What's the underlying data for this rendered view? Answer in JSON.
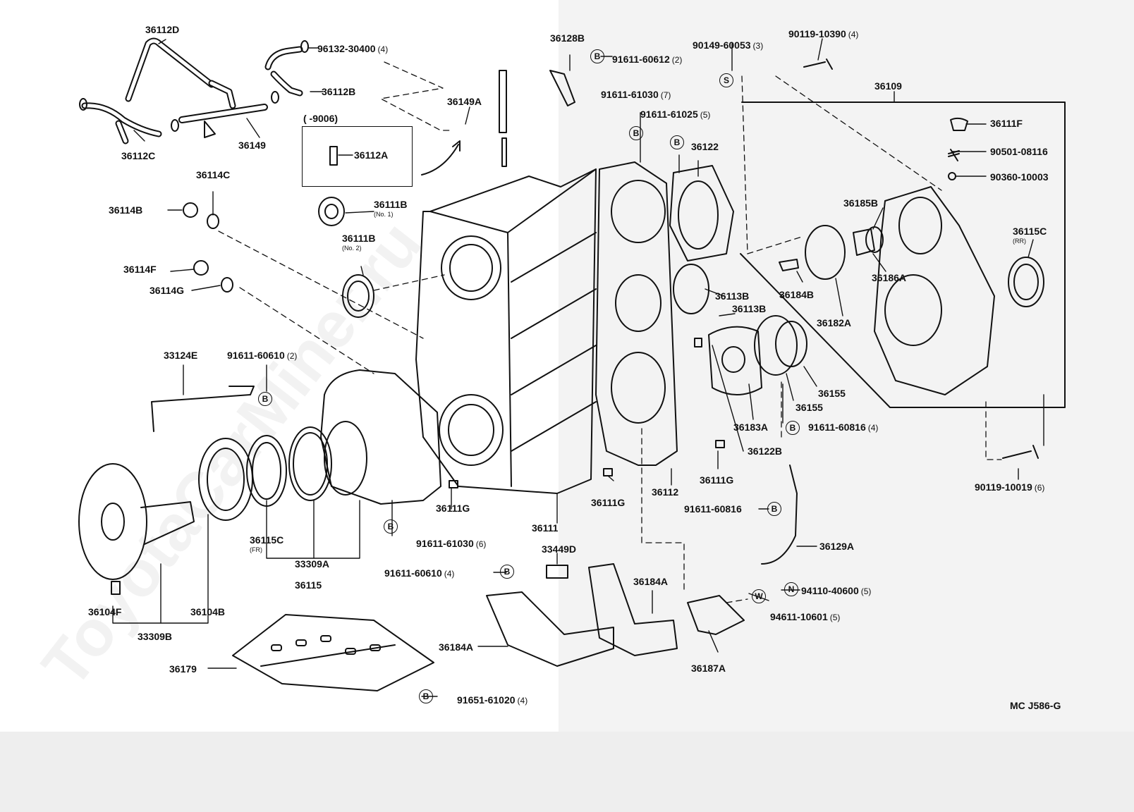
{
  "watermark": "ToyotaCarMiner.ru",
  "diagram_code": "MC J586-G",
  "date_note": "(      -9006)",
  "parts": [
    {
      "id": "p36112D",
      "label": "36112D"
    },
    {
      "id": "p96132",
      "label": "96132-30400",
      "qty": "(4)"
    },
    {
      "id": "p36112B",
      "label": "36112B"
    },
    {
      "id": "p36112C",
      "label": "36112C"
    },
    {
      "id": "p36149",
      "label": "36149"
    },
    {
      "id": "p36149A",
      "label": "36149A"
    },
    {
      "id": "p36112A",
      "label": "36112A"
    },
    {
      "id": "p36111B1",
      "label": "36111B",
      "note": "(No. 1)"
    },
    {
      "id": "p36111B2",
      "label": "36111B",
      "note": "(No. 2)"
    },
    {
      "id": "p36114C",
      "label": "36114C"
    },
    {
      "id": "p36114B",
      "label": "36114B"
    },
    {
      "id": "p36114F",
      "label": "36114F"
    },
    {
      "id": "p36114G",
      "label": "36114G"
    },
    {
      "id": "p33124E",
      "label": "33124E"
    },
    {
      "id": "p91611_60610a",
      "label": "91611-60610",
      "qty": "(2)"
    },
    {
      "id": "p36115C_fr",
      "label": "36115C",
      "note": "(FR)"
    },
    {
      "id": "p33309A",
      "label": "33309A"
    },
    {
      "id": "p36115",
      "label": "36115"
    },
    {
      "id": "p36104F",
      "label": "36104F"
    },
    {
      "id": "p33309B",
      "label": "33309B"
    },
    {
      "id": "p36104B",
      "label": "36104B"
    },
    {
      "id": "p36179",
      "label": "36179"
    },
    {
      "id": "p91651",
      "label": "91651-61020",
      "qty": "(4)"
    },
    {
      "id": "p36111Ga",
      "label": "36111G"
    },
    {
      "id": "p91611_61030b",
      "label": "91611-61030",
      "qty": "(6)"
    },
    {
      "id": "p36111",
      "label": "36111"
    },
    {
      "id": "p33449D",
      "label": "33449D"
    },
    {
      "id": "p91611_60610b",
      "label": "91611-60610",
      "qty": "(4)"
    },
    {
      "id": "p36184Aa",
      "label": "36184A"
    },
    {
      "id": "p36184Ab",
      "label": "36184A"
    },
    {
      "id": "p36128B",
      "label": "36128B"
    },
    {
      "id": "p91611_60612",
      "label": "91611-60612",
      "qty": "(2)"
    },
    {
      "id": "p91611_61030a",
      "label": "91611-61030",
      "qty": "(7)"
    },
    {
      "id": "p91611_61025",
      "label": "91611-61025",
      "qty": "(5)"
    },
    {
      "id": "p36122",
      "label": "36122"
    },
    {
      "id": "p90149",
      "label": "90149-60053",
      "qty": "(3)"
    },
    {
      "id": "p90119_10390",
      "label": "90119-10390",
      "qty": "(4)"
    },
    {
      "id": "p36109",
      "label": "36109"
    },
    {
      "id": "p36111F",
      "label": "36111F"
    },
    {
      "id": "p90501",
      "label": "90501-08116"
    },
    {
      "id": "p90360",
      "label": "90360-10003"
    },
    {
      "id": "p36185B",
      "label": "36185B"
    },
    {
      "id": "p36115C_rr",
      "label": "36115C",
      "note": "(RR)"
    },
    {
      "id": "p36186A",
      "label": "36186A"
    },
    {
      "id": "p36184B",
      "label": "36184B"
    },
    {
      "id": "p36182A",
      "label": "36182A"
    },
    {
      "id": "p36113Ba",
      "label": "36113B"
    },
    {
      "id": "p36113Bb",
      "label": "36113B"
    },
    {
      "id": "p36155a",
      "label": "36155"
    },
    {
      "id": "p36155b",
      "label": "36155"
    },
    {
      "id": "p36183A",
      "label": "36183A"
    },
    {
      "id": "p91611_60816a",
      "label": "91611-60816",
      "qty": "(4)"
    },
    {
      "id": "p36122B",
      "label": "36122B"
    },
    {
      "id": "p36111Gb",
      "label": "36111G"
    },
    {
      "id": "p36112",
      "label": "36112"
    },
    {
      "id": "p36111Gc",
      "label": "36111G"
    },
    {
      "id": "p91611_60816b",
      "label": "91611-60816"
    },
    {
      "id": "p36129A",
      "label": "36129A"
    },
    {
      "id": "p90119_10019",
      "label": "90119-10019",
      "qty": "(6)"
    },
    {
      "id": "p94110",
      "label": "94110-40600",
      "qty": "(5)"
    },
    {
      "id": "p94611",
      "label": "94611-10601",
      "qty": "(5)"
    },
    {
      "id": "p36187A",
      "label": "36187A"
    }
  ],
  "badges": [
    {
      "id": "b1",
      "symbol": "B"
    },
    {
      "id": "b2",
      "symbol": "B"
    },
    {
      "id": "b3",
      "symbol": "B"
    },
    {
      "id": "b4",
      "symbol": "B"
    },
    {
      "id": "b5",
      "symbol": "B"
    },
    {
      "id": "b6",
      "symbol": "B"
    },
    {
      "id": "b7",
      "symbol": "B"
    },
    {
      "id": "b8",
      "symbol": "B"
    },
    {
      "id": "b9",
      "symbol": "B"
    },
    {
      "id": "b10",
      "symbol": "S"
    },
    {
      "id": "b11",
      "symbol": "N"
    },
    {
      "id": "b12",
      "symbol": "W"
    }
  ]
}
